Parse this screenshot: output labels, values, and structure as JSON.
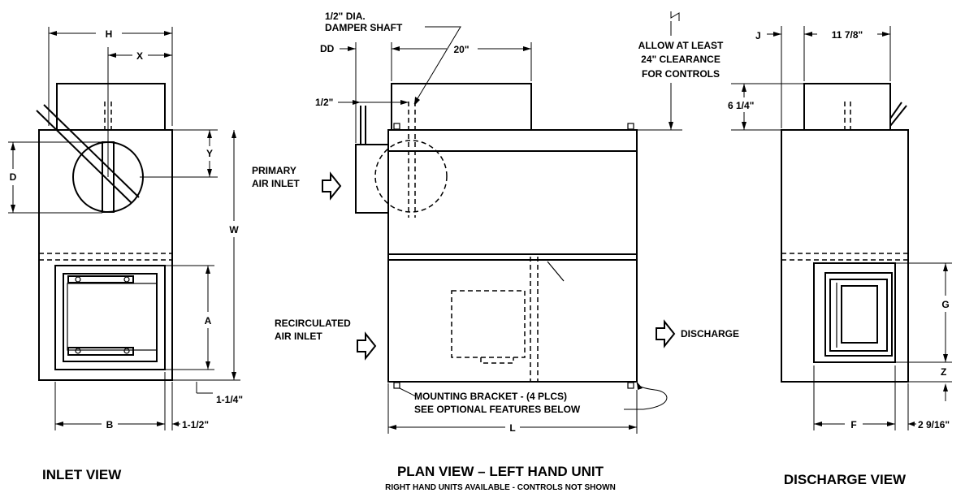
{
  "titles": {
    "inlet": "INLET VIEW",
    "plan": "PLAN VIEW – LEFT HAND UNIT",
    "plan_sub": "RIGHT HAND UNITS AVAILABLE  -  CONTROLS NOT SHOWN",
    "discharge": "DISCHARGE VIEW"
  },
  "inlet_view": {
    "h": "H",
    "x": "X",
    "y": "Y",
    "d": "D",
    "w": "W",
    "a": "A",
    "b": "B",
    "dim_1_1_4": "1-1/4\"",
    "dim_1_1_2": "1-1/2\""
  },
  "plan_view": {
    "damper_shaft_1": "1/2\" DIA.",
    "damper_shaft_2": "DAMPER SHAFT",
    "dd": "DD",
    "dim_20": "20\"",
    "dim_half": "1/2\"",
    "clearance_1": "ALLOW AT LEAST",
    "clearance_2": "24\" CLEARANCE",
    "clearance_3": "FOR CONTROLS",
    "primary_1": "PRIMARY",
    "primary_2": "AIR INLET",
    "recirc_1": "RECIRCULATED",
    "recirc_2": "AIR INLET",
    "discharge": "DISCHARGE",
    "bracket_1": "MOUNTING BRACKET - (4 PLCS)",
    "bracket_2": "SEE OPTIONAL FEATURES BELOW",
    "l": "L"
  },
  "discharge_view": {
    "j": "J",
    "dim_11_7_8": "11 7/8\"",
    "dim_6_1_4": "6 1/4\"",
    "g": "G",
    "z": "Z",
    "f": "F",
    "dim_2_9_16": "2 9/16\""
  }
}
